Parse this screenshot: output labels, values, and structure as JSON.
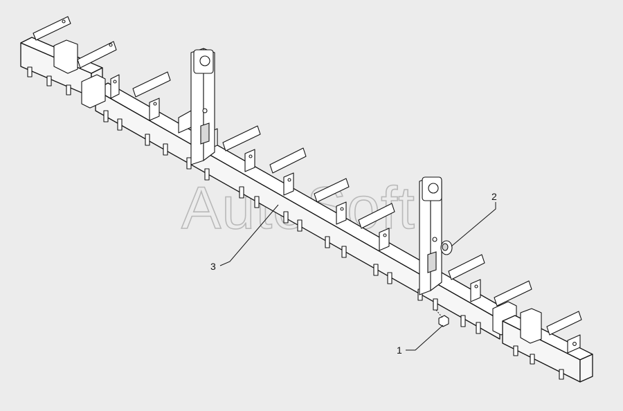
{
  "watermark": {
    "text": "AutoSoft"
  },
  "callouts": [
    {
      "id": "1",
      "label": "1"
    },
    {
      "id": "2",
      "label": "2"
    },
    {
      "id": "3",
      "label": "3"
    }
  ],
  "colors": {
    "line": "#111111",
    "background": "#ececec",
    "watermark": "#b8b8b8"
  }
}
